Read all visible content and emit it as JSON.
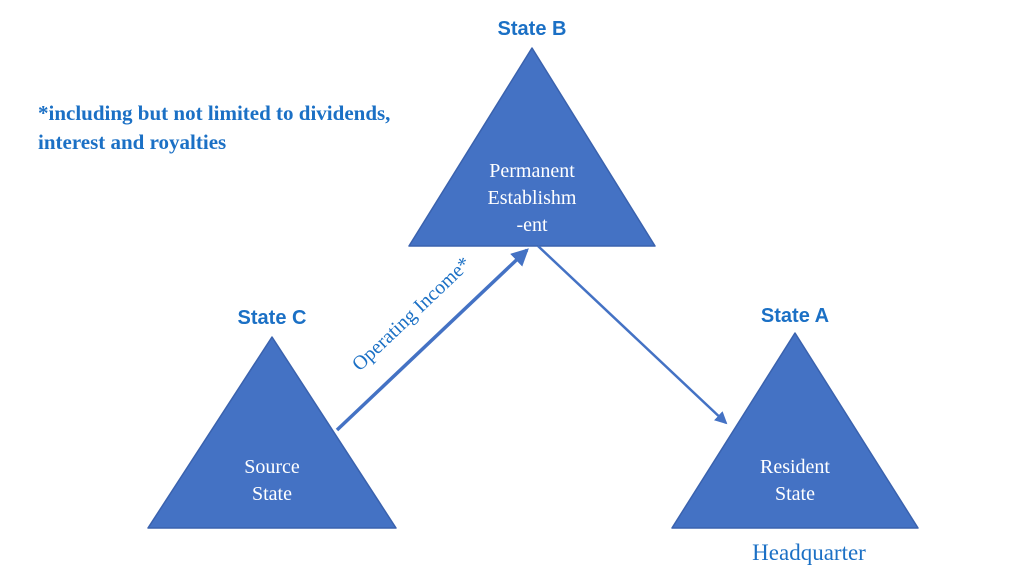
{
  "colors": {
    "background": "#ffffff",
    "triangle_fill": "#4472c4",
    "triangle_border": "#3a62ae",
    "arrow": "#4472c4",
    "text_blue": "#1b70c5",
    "triangle_text": "#ffffff"
  },
  "footnote": {
    "text": "*including but not limited to dividends,\ninterest and royalties"
  },
  "triangles": [
    {
      "id": "state-b",
      "title": "State B",
      "body": "Permanent\nEstablishm\n-ent"
    },
    {
      "id": "state-c",
      "title": "State C",
      "body": "Source\nState"
    },
    {
      "id": "state-a",
      "title": "State A",
      "body": "Resident\nState"
    }
  ],
  "captions": {
    "headquarter": "Headquarter"
  },
  "arrows": [
    {
      "id": "operating-income",
      "label": "Operating Income*",
      "from": "Source State",
      "to": "Permanent Establishment",
      "head": "end"
    },
    {
      "id": "pe-to-resident",
      "label": "",
      "from": "Permanent Establishment",
      "to": "Resident State",
      "head": "end"
    }
  ]
}
